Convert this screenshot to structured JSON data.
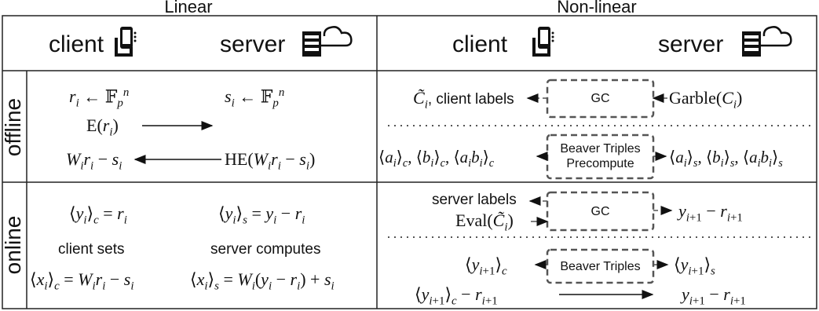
{
  "headers": {
    "linear": "Linear",
    "nonlinear": "Non-linear"
  },
  "columns": {
    "client": "client",
    "server": "server"
  },
  "icons": {
    "client": "phone-icon",
    "server": "server-cloud-icon"
  },
  "rows": {
    "offline": "offline",
    "online": "online"
  },
  "linear": {
    "offline": {
      "client_sample": "r_i ← F_p^n",
      "server_sample": "s_i ← F_p^n",
      "encrypt": "E(r_i)",
      "client_result": "W_i r_i − s_i",
      "server_he": "HE(W_i r_i − s_i)"
    },
    "online": {
      "client_share": "⟨y_i⟩_c = r_i",
      "server_share": "⟨y_i⟩_s = y_i − r_i",
      "client_sets_label": "client sets",
      "server_computes_label": "server computes",
      "client_x": "⟨x_i⟩_c = W_i r_i − s_i",
      "server_x": "⟨x_i⟩_s = W_i(y_i − r_i) + s_i"
    }
  },
  "nonlinear": {
    "offline": {
      "gc_box": "GC",
      "client_labels_suffix": ", client labels",
      "garble": "Garble(C_i)",
      "beaver_box": [
        "Beaver Triples",
        "Precompute"
      ],
      "client_triples": "⟨a_i⟩_c, ⟨b_i⟩_c, ⟨a_i b_i⟩_c",
      "server_triples": "⟨a_i⟩_s, ⟨b_i⟩_s, ⟨a_i b_i⟩_s"
    },
    "online": {
      "server_labels": "server labels",
      "eval": "Eval(C̃_i)",
      "gc_box": "GC",
      "gc_out": "y_{i+1} − r_{i+1}",
      "client_y": "⟨y_{i+1}⟩_c",
      "beaver_box": "Beaver Triples",
      "server_y": "⟨y_{i+1}⟩_s",
      "client_diff": "⟨y_{i+1}⟩_c − r_{i+1}",
      "server_diff": "y_{i+1} − r_{i+1}"
    }
  }
}
